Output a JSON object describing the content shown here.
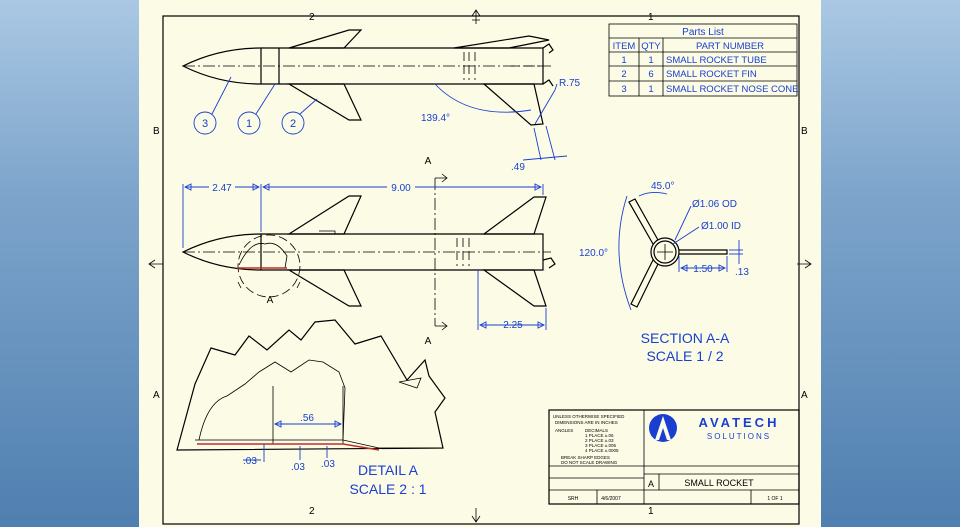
{
  "zones": {
    "top_left": "2",
    "top_right": "1",
    "left_upper": "B",
    "left_lower": "A",
    "right_upper": "B",
    "right_lower": "A",
    "bottom_left": "2",
    "bottom_right": "1"
  },
  "parts_list": {
    "title": "Parts List",
    "headers": [
      "ITEM",
      "QTY",
      "PART NUMBER"
    ],
    "rows": [
      [
        "1",
        "1",
        "SMALL ROCKET TUBE"
      ],
      [
        "2",
        "6",
        "SMALL ROCKET FIN"
      ],
      [
        "3",
        "1",
        "SMALL ROCKET NOSE CONE"
      ]
    ]
  },
  "balloons": [
    "3",
    "1",
    "2"
  ],
  "dims": {
    "r75": "R.75",
    "angle": "139.4°",
    "d49": ".49",
    "d247": "2.47",
    "d900": "9.00",
    "d225": "2.25",
    "d56": ".56",
    "d03a": ".03",
    "d03b": ".03",
    "d03c": ".03",
    "ang45": "45.0°",
    "ang120": "120.0°",
    "od": "Ø1.06 OD",
    "id": "Ø1.00 ID",
    "d150": "1.50",
    "d13": ".13"
  },
  "section_labels": {
    "a_top": "A",
    "a_bottom": "A",
    "detail_circle": "A"
  },
  "section_view": {
    "title": "SECTION  A-A",
    "scale": "SCALE 1 / 2"
  },
  "detail_view": {
    "title": "DETAIL  A",
    "scale": "SCALE 2 : 1"
  },
  "title_block": {
    "logo_name": "AVATECH",
    "logo_sub": "SOLUTIONS",
    "notes": [
      "UNLESS OTHERWISE SPECIFIED",
      "DIMENSIONS ARE IN INCHES",
      "ANGLES",
      "DECIMALS",
      "1 PLACE ±.06",
      "2 PLACE ±.03",
      "3 PLACE ±.005",
      "4 PLACE ±.0005",
      "BREAK SHARP EDGES",
      "DO NOT SCALE DRAWING"
    ],
    "size": "A",
    "title": "SMALL ROCKET",
    "drawn_by": "SRH",
    "date": "4/6/2007",
    "sheet": "1   OF   1"
  },
  "colors": {
    "annotation": "#1a3fd0",
    "line": "#000000",
    "sheet": "#fbfbe6",
    "logo": "#1a3fd0"
  }
}
